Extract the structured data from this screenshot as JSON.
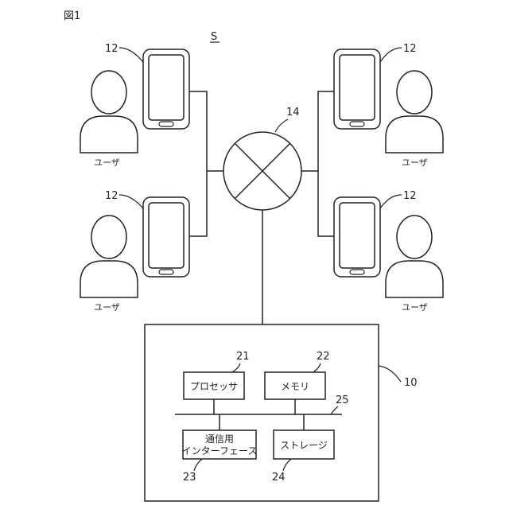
{
  "figure_label": "図1",
  "system_label": "S",
  "network": {
    "ref": "14"
  },
  "terminal_ref": "12",
  "user_label": "ユーザ",
  "server": {
    "ref": "10",
    "bus_ref": "25",
    "processor": {
      "label": "プロセッサ",
      "ref": "21"
    },
    "memory": {
      "label": "メモリ",
      "ref": "22"
    },
    "comm_interface": {
      "label_line1": "通信用",
      "label_line2": "インターフェース",
      "ref": "23"
    },
    "storage": {
      "label": "ストレージ",
      "ref": "24"
    }
  }
}
